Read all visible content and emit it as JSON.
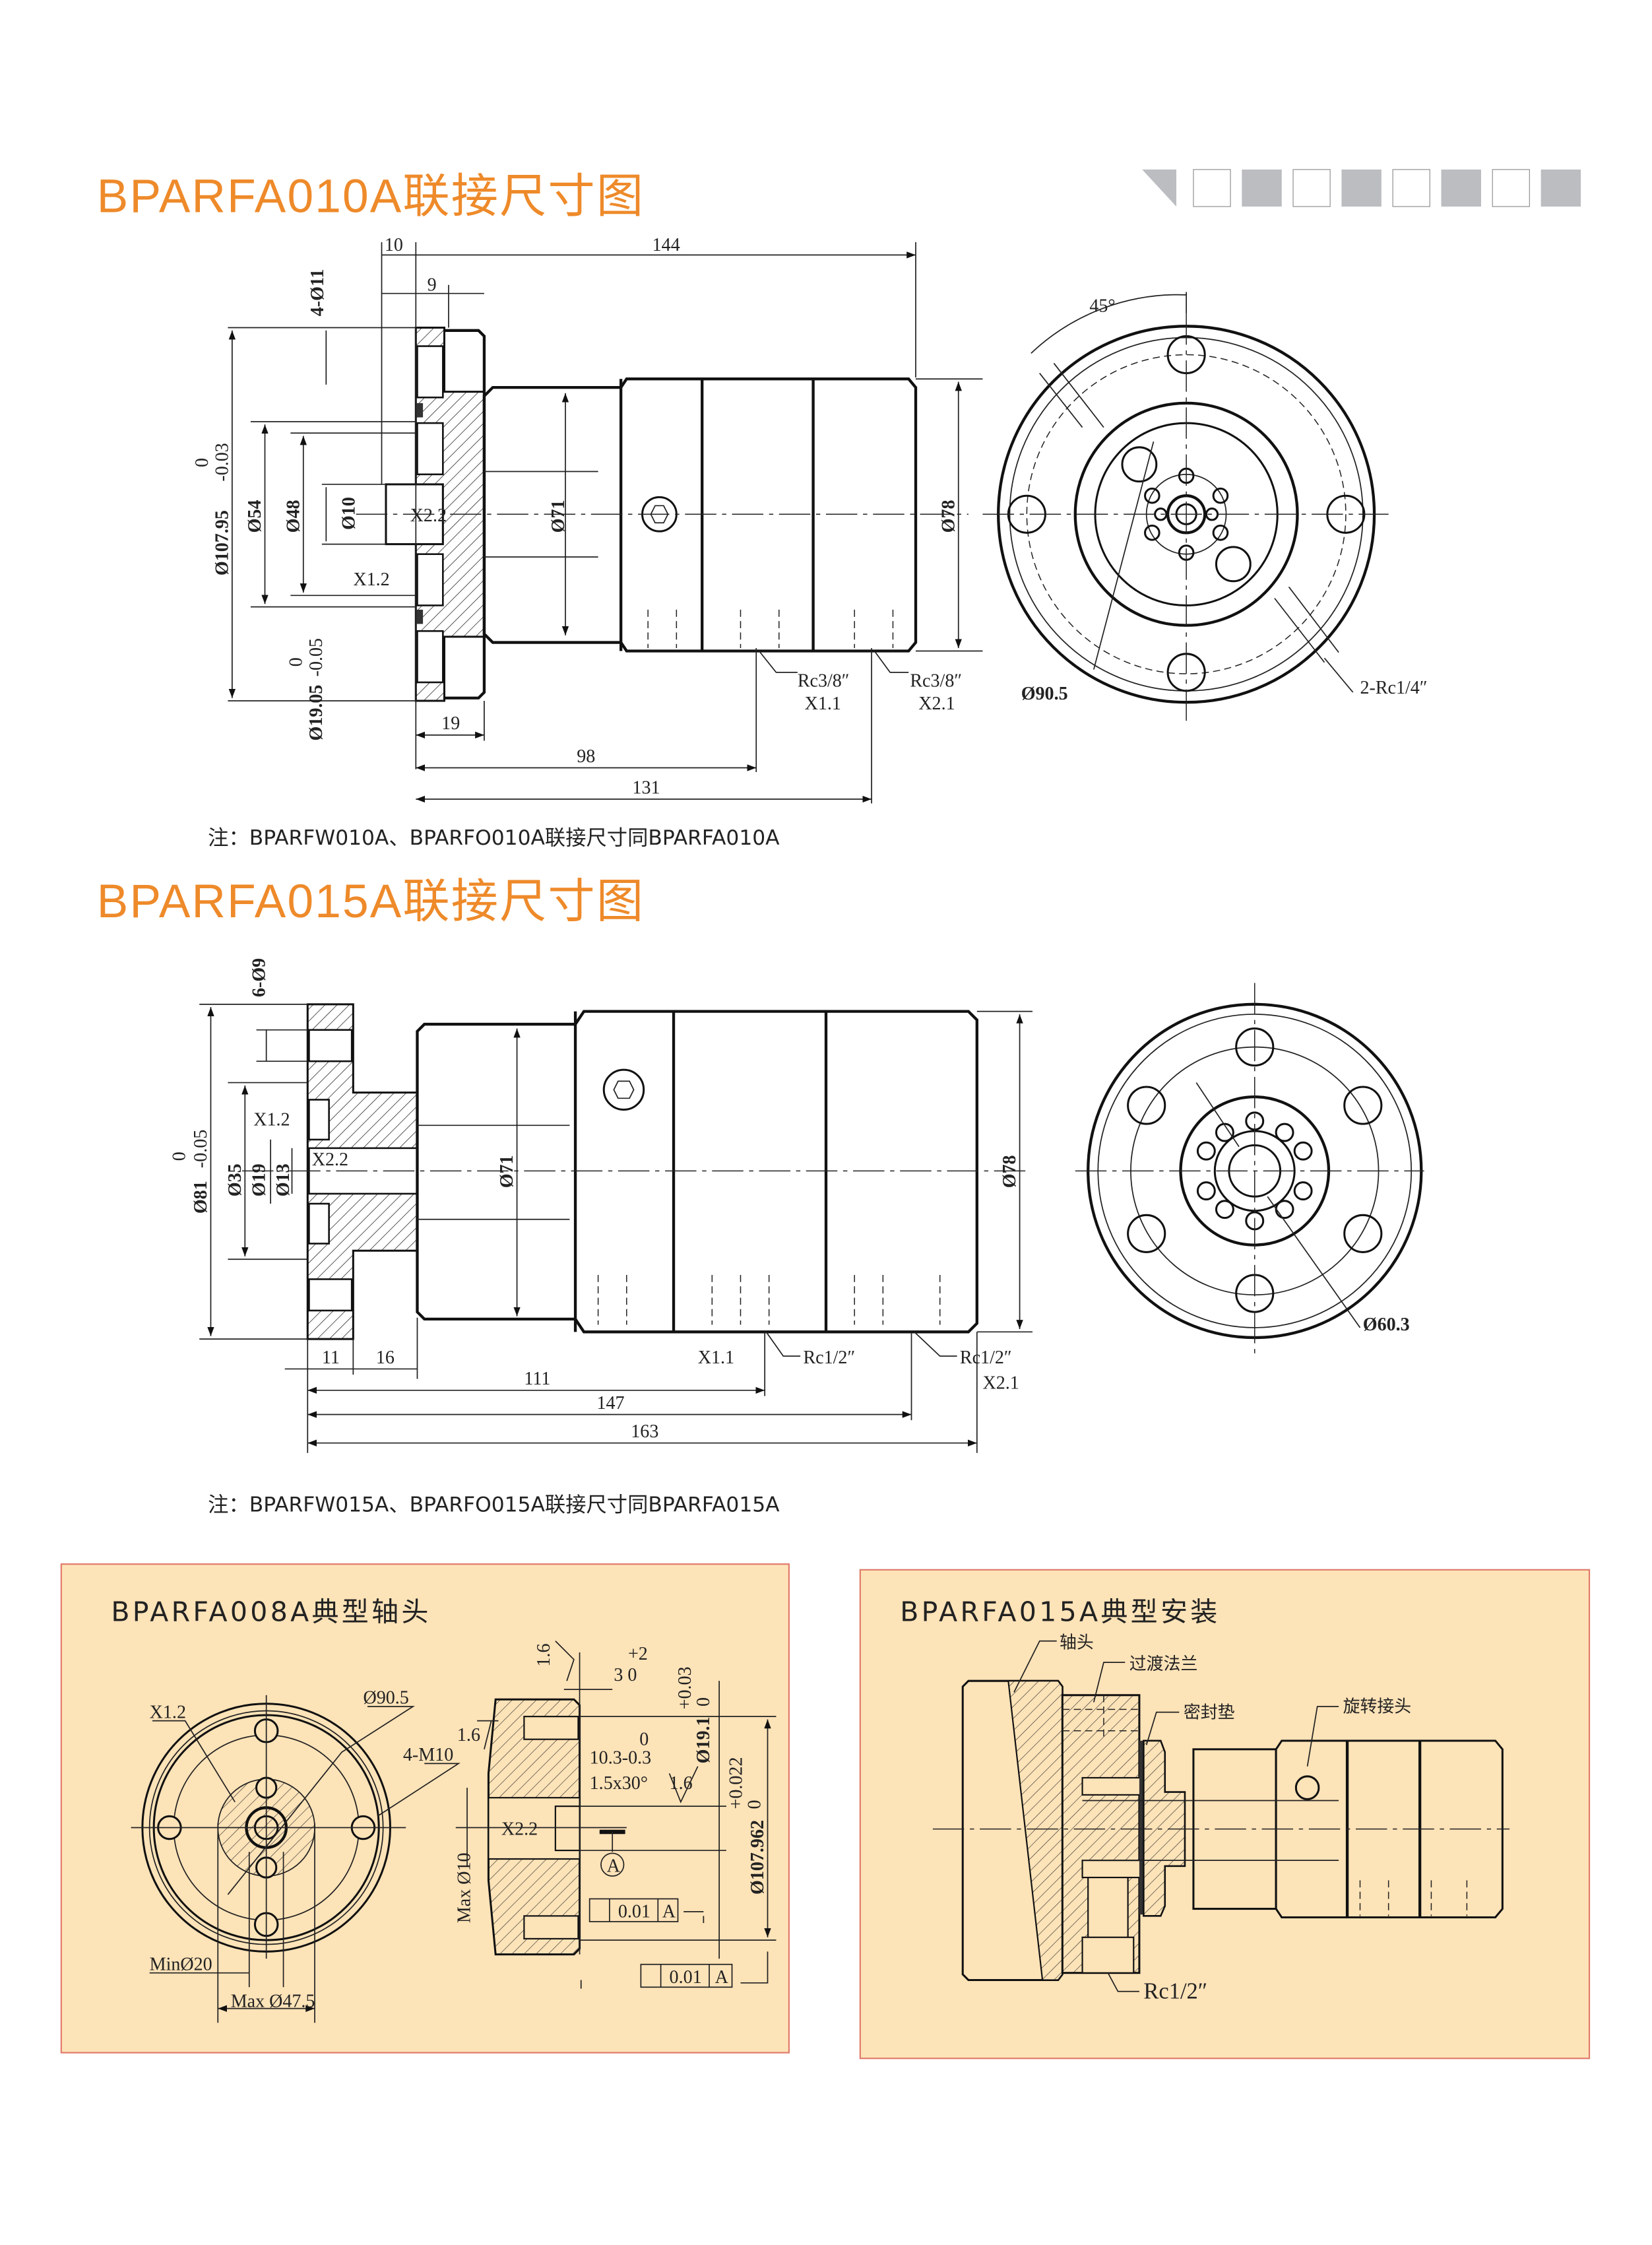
{
  "section1": {
    "title": "BPARFA010A联接尺寸图",
    "note": "注：BPARFW010A、BPARFO010A联接尺寸同BPARFA010A",
    "dims": [
      "10",
      "144",
      "9",
      "4-Ø11",
      "0",
      "-0.03",
      "Ø107.95",
      "Ø54",
      "Ø48",
      "Ø10",
      "X2.2",
      "X1.2",
      "Ø71",
      "Ø78",
      "Rc3/8″",
      "X1.1",
      "Rc3/8″",
      "X2.1",
      "0",
      "-0.05",
      "Ø19.05",
      "19",
      "98",
      "131",
      "45°",
      "Ø90.5",
      "2-Rc1/4″"
    ]
  },
  "section2": {
    "title": "BPARFA015A联接尺寸图",
    "note": "注：BPARFW015A、BPARFO015A联接尺寸同BPARFA015A",
    "dims": [
      "6-Ø9",
      "X1.2",
      "X2.2",
      "0",
      "-0.05",
      "Ø81",
      "Ø35",
      "Ø19",
      "Ø13",
      "Ø71",
      "Ø78",
      "X1.1",
      "Rc1/2″",
      "Rc1/2″",
      "X2.1",
      "11",
      "16",
      "111",
      "147",
      "163",
      "Ø60.3"
    ]
  },
  "panel_shaft": {
    "title": "BPARFA008A典型轴头",
    "labels": [
      "X1.2",
      "Ø90.5",
      "4-M10",
      "MinØ20",
      "Max Ø47.5",
      "1.6",
      "+2",
      "3  0",
      "+0.03",
      "0",
      "Ø19.1",
      "0",
      "10.3-0.3",
      "1.5x30°",
      "1.6",
      "1.6",
      "X2.2",
      "Max Ø10",
      "A",
      "0.01",
      "A",
      "+0.022",
      "0",
      "Ø107.962",
      "0.01",
      "A"
    ]
  },
  "panel_install": {
    "title": "BPARFA015A典型安装",
    "labels": [
      "轴头",
      "过渡法兰",
      "密封垫",
      "旋转接头",
      "Rc1/2″"
    ]
  },
  "colors": {
    "title": "#EE8A2A",
    "panel_bg": "#FDE3B8",
    "panel_border": "#E07A6A",
    "deco_gray": "#BBBDC0"
  }
}
